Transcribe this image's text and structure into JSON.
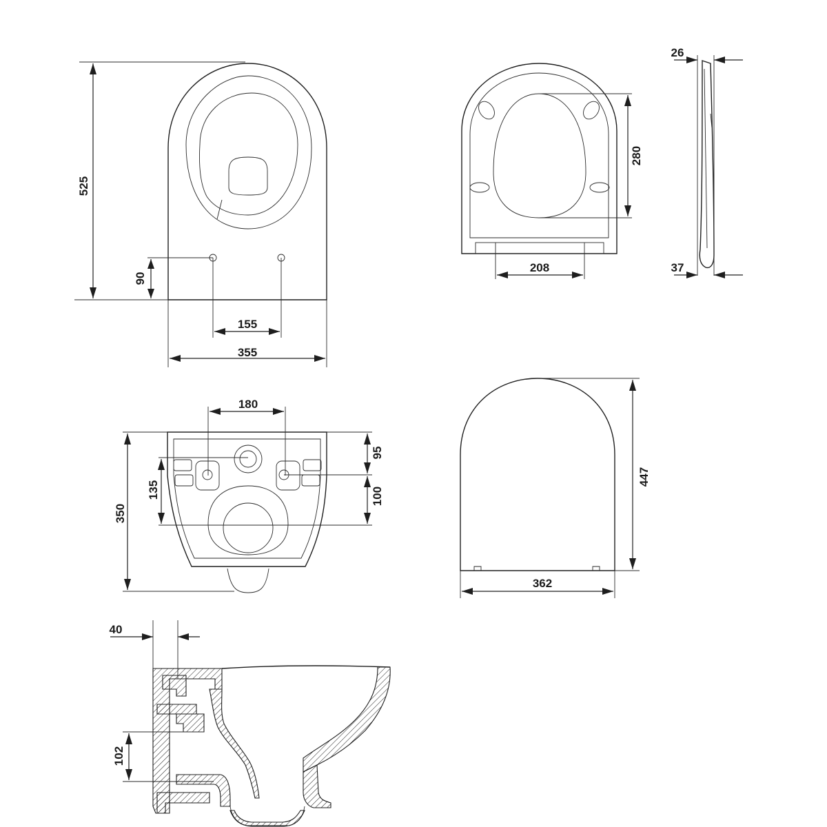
{
  "dimensions": {
    "top_depth": "525",
    "top_width": "355",
    "bolt_spacing": "155",
    "bolt_offset": "90",
    "seat_inner_length": "280",
    "seat_hinge_spacing": "208",
    "seat_thickness_top": "26",
    "seat_thickness_bottom": "37",
    "back_bolt_spacing": "180",
    "back_height": "350",
    "back_offset_95": "95",
    "back_offset_135": "135",
    "back_offset_100": "100",
    "lid_length": "447",
    "lid_width": "362",
    "section_wall": "40",
    "section_outlet": "102"
  }
}
